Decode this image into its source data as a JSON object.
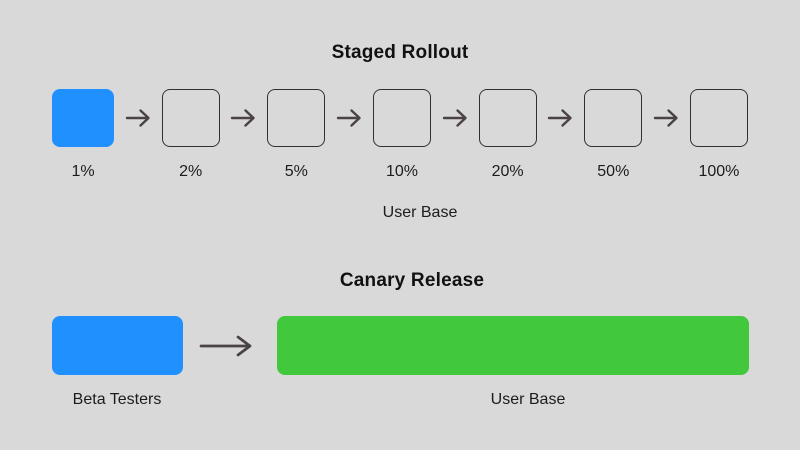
{
  "colors": {
    "background": "#D9D9D9",
    "accent-blue": "#2090FF",
    "accent-green": "#41C83C",
    "arrow": "#4A4243",
    "box-border": "#343031",
    "title-text": "#111111",
    "label-text": "#1C1C1C"
  },
  "staged_rollout": {
    "title": "Staged Rollout",
    "caption": "User Base",
    "stages": [
      {
        "label": "1%",
        "filled": true
      },
      {
        "label": "2%",
        "filled": false
      },
      {
        "label": "5%",
        "filled": false
      },
      {
        "label": "10%",
        "filled": false
      },
      {
        "label": "20%",
        "filled": false
      },
      {
        "label": "50%",
        "filled": false
      },
      {
        "label": "100%",
        "filled": false
      }
    ]
  },
  "canary_release": {
    "title": "Canary Release",
    "beta_label": "Beta Testers",
    "user_label": "User Base"
  }
}
